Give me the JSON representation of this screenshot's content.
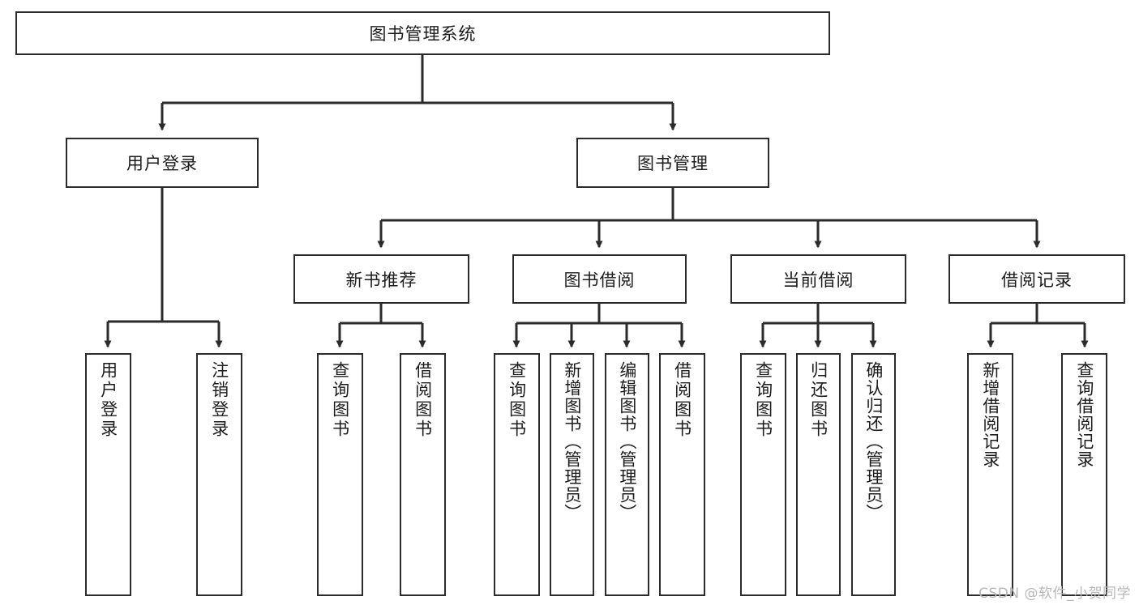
{
  "diagram": {
    "type": "tree",
    "title": "图书管理系统",
    "watermark": "CSDN @软件_小贺同学",
    "colors": {
      "box_border": "#2b2b2b",
      "box_fill": "#ffffff",
      "connector": "#2b2b2b",
      "text": "#1c1c1c",
      "watermark": "#b8b8b8"
    },
    "levels": {
      "root": {
        "label": "图书管理系统"
      },
      "level2": [
        {
          "id": "user-login",
          "label": "用户登录"
        },
        {
          "id": "book-manage",
          "label": "图书管理"
        }
      ],
      "level3": [
        {
          "id": "new-book-rec",
          "label": "新书推荐",
          "parent": "book-manage"
        },
        {
          "id": "book-borrow",
          "label": "图书借阅",
          "parent": "book-manage"
        },
        {
          "id": "current-borrow",
          "label": "当前借阅",
          "parent": "book-manage"
        },
        {
          "id": "borrow-record",
          "label": "借阅记录",
          "parent": "book-manage"
        }
      ],
      "leaves": [
        {
          "id": "leaf-user-login",
          "label": "用户登录",
          "parent": "user-login"
        },
        {
          "id": "leaf-user-logout",
          "label": "注销登录",
          "parent": "user-login"
        },
        {
          "id": "leaf-query-book-rec",
          "label": "查询图书",
          "parent": "new-book-rec"
        },
        {
          "id": "leaf-borrow-book-rec",
          "label": "借阅图书",
          "parent": "new-book-rec"
        },
        {
          "id": "leaf-query-book-borrow",
          "label": "查询图书",
          "parent": "book-borrow"
        },
        {
          "id": "leaf-add-book",
          "label": "新增图书（管理员）",
          "parent": "book-borrow"
        },
        {
          "id": "leaf-edit-book",
          "label": "编辑图书（管理员）",
          "parent": "book-borrow"
        },
        {
          "id": "leaf-borrow-book",
          "label": "借阅图书",
          "parent": "book-borrow"
        },
        {
          "id": "leaf-query-book-current",
          "label": "查询图书",
          "parent": "current-borrow"
        },
        {
          "id": "leaf-return-book",
          "label": "归还图书",
          "parent": "current-borrow"
        },
        {
          "id": "leaf-confirm-return",
          "label": "确认归还（管理员）",
          "parent": "current-borrow"
        },
        {
          "id": "leaf-add-record",
          "label": "新增借阅记录",
          "parent": "borrow-record"
        },
        {
          "id": "leaf-query-record",
          "label": "查询借阅记录",
          "parent": "borrow-record"
        }
      ]
    }
  }
}
